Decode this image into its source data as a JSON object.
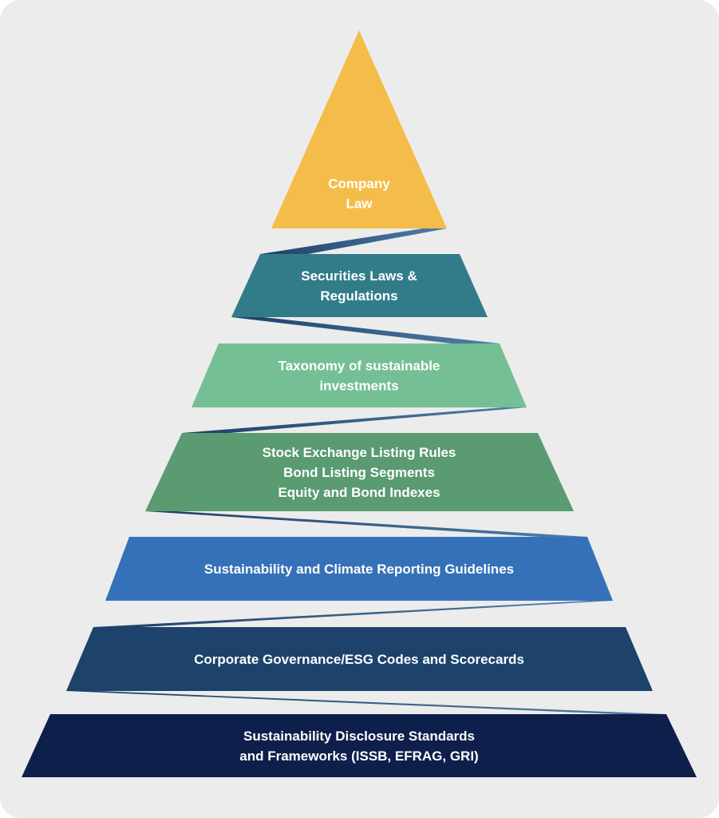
{
  "diagram": {
    "title": "",
    "colors": {
      "background": "#ececec",
      "ribbon_dark": "#1d3f66",
      "ribbon_light": "#4f7fa8"
    },
    "tiers": [
      {
        "id": "company-law",
        "lines": [
          "Company",
          "Law"
        ],
        "color": "#f4bd4a"
      },
      {
        "id": "securities-laws",
        "lines": [
          "Securities Laws &",
          "Regulations"
        ],
        "color": "#327c8a"
      },
      {
        "id": "taxonomy",
        "lines": [
          "Taxonomy of sustainable",
          "investments"
        ],
        "color": "#75bf94"
      },
      {
        "id": "listing-rules",
        "lines": [
          "Stock Exchange Listing Rules",
          "Bond Listing Segments",
          "Equity and Bond Indexes"
        ],
        "color": "#5a9b72"
      },
      {
        "id": "reporting-guidelines",
        "lines": [
          "Sustainability and Climate Reporting Guidelines"
        ],
        "color": "#3571b8"
      },
      {
        "id": "governance-codes",
        "lines": [
          "Corporate Governance/ESG Codes and Scorecards"
        ],
        "color": "#1d426b"
      },
      {
        "id": "disclosure-standards",
        "lines": [
          "Sustainability Disclosure Standards",
          "and Frameworks (ISSB, EFRAG, GRI)"
        ],
        "color": "#0f1f4b"
      }
    ]
  }
}
